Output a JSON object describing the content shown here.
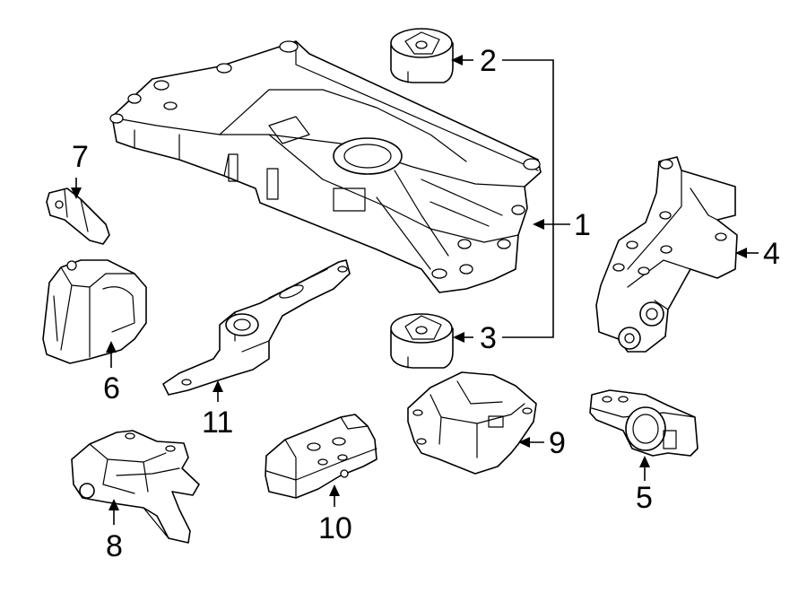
{
  "callouts": {
    "c1": "1",
    "c2": "2",
    "c3": "3",
    "c4": "4",
    "c5": "5",
    "c6": "6",
    "c7": "7",
    "c8": "8",
    "c9": "9",
    "c10": "10",
    "c11": "11"
  },
  "colors": {
    "line": "#000000",
    "fill": "#ffffff"
  }
}
